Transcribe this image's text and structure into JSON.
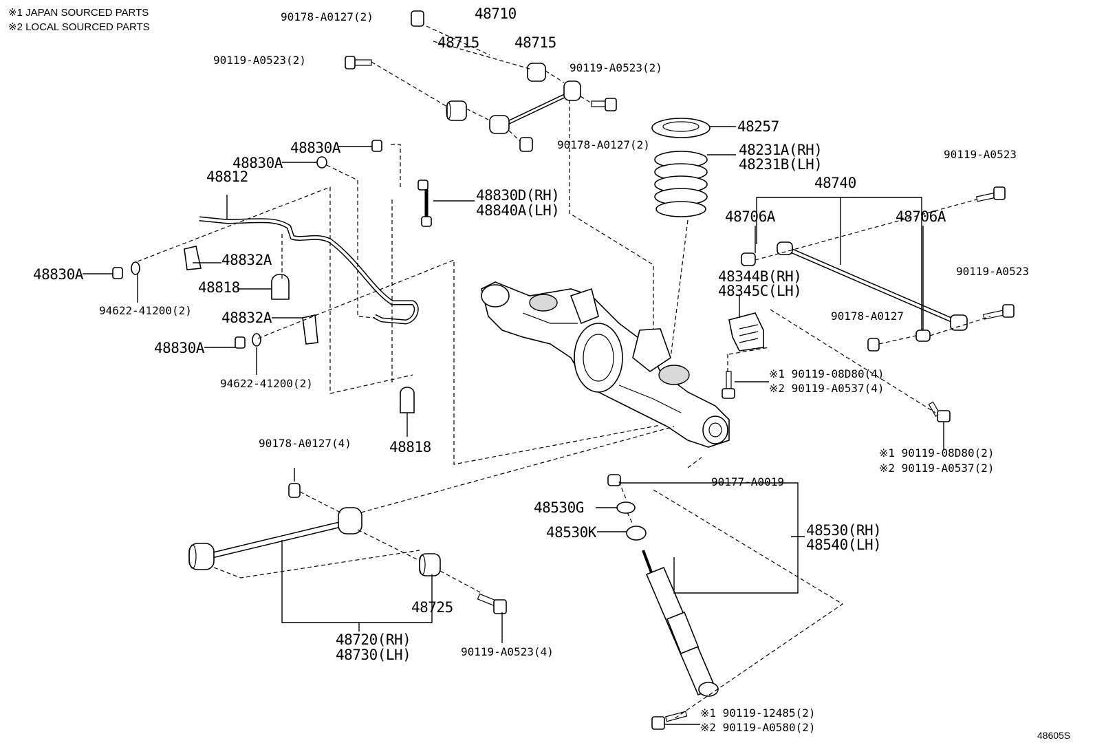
{
  "notes": {
    "japan": "※1 JAPAN SOURCED PARTS",
    "local": "※2 LOCAL SOURCED PARTS"
  },
  "diagram_id": "48605S",
  "labels": {
    "n48710": "48710",
    "n48715_l": "48715",
    "n48715_r": "48715",
    "n90178_a0127_2_top": "90178-A0127(2)",
    "n90119_a0523_2_left": "90119-A0523(2)",
    "n90119_a0523_2_right": "90119-A0523(2)",
    "n90178_a0127_2_mid": "90178-A0127(2)",
    "n48257": "48257",
    "n48231a": "48231A(RH)",
    "n48231b": "48231B(LH)",
    "n48830a_1": "48830A",
    "n48830a_2": "48830A",
    "n48812": "48812",
    "n48830d": "48830D(RH)",
    "n48840a": "48840A(LH)",
    "n48830a_3": "48830A",
    "n48832a_1": "48832A",
    "n48818_1": "48818",
    "n94622_1": "94622-41200(2)",
    "n48832a_2": "48832A",
    "n48830a_4": "48830A",
    "n94622_2": "94622-41200(2)",
    "n48818_2": "48818",
    "n48740": "48740",
    "n90119_a0523_tr": "90119-A0523",
    "n48706a_l": "48706A",
    "n48706a_r": "48706A",
    "n48344b": "48344B(RH)",
    "n48345c": "48345C(LH)",
    "n90119_a0523_r2": "90119-A0523",
    "n90178_a0127_r": "90178-A0127",
    "n90119_08d80_4": "※1 90119-08D80(4)",
    "n90119_a0537_4": "※2 90119-A0537(4)",
    "n90119_08d80_2": "※1 90119-08D80(2)",
    "n90119_a0537_2": "※2 90119-A0537(2)",
    "n90178_a0127_4": "90178-A0127(4)",
    "n90177_a0019": "90177-A0019",
    "n48530g": "48530G",
    "n48530k": "48530K",
    "n48530": "48530(RH)",
    "n48540": "48540(LH)",
    "n48725": "48725",
    "n90119_a0523_4": "90119-A0523(4)",
    "n48720": "48720(RH)",
    "n48730": "48730(LH)",
    "n90119_12485": "※1 90119-12485(2)",
    "n90119_a0580": "※2 90119-A0580(2)"
  }
}
